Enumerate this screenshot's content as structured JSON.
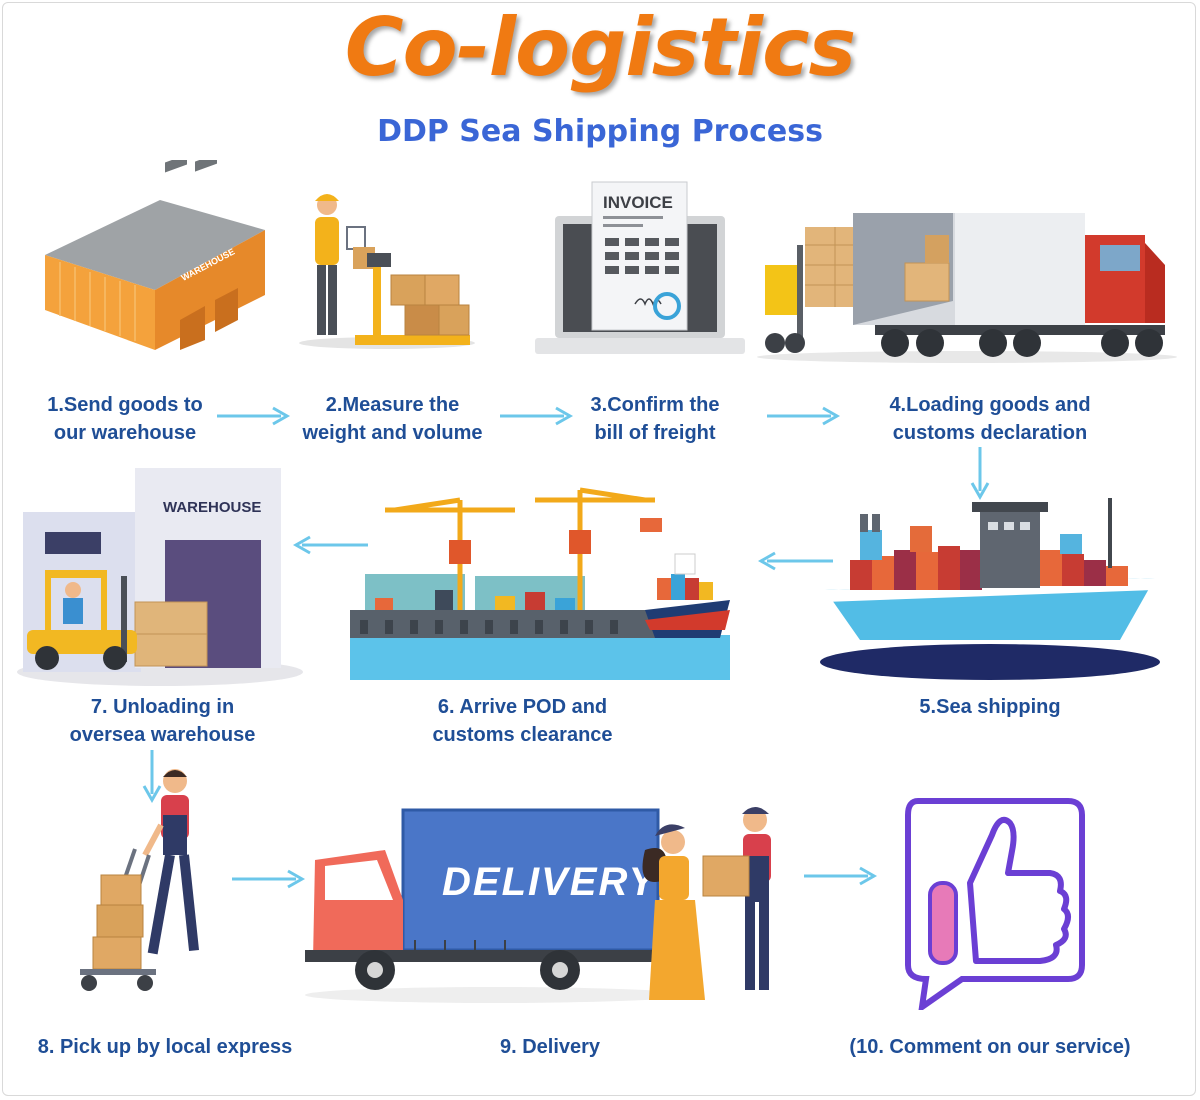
{
  "brand": "Co-logistics",
  "subtitle": "DDP Sea Shipping Process",
  "steps": [
    {
      "label": "1.Send goods to\nour warehouse"
    },
    {
      "label": "2.Measure the\nweight and volume"
    },
    {
      "label": "3.Confirm the\nbill of freight"
    },
    {
      "label": "4.Loading goods and\ncustoms declaration"
    },
    {
      "label": "5.Sea shipping"
    },
    {
      "label": "6. Arrive POD and\ncustoms clearance"
    },
    {
      "label": "7. Unloading in\noversea warehouse"
    },
    {
      "label": "8. Pick up by local express"
    },
    {
      "label": "9. Delivery"
    },
    {
      "label": "(10. Comment on our service)"
    }
  ],
  "signs": {
    "warehouse_side": "WAREHOUSE",
    "warehouse_big": "WAREHOUSE",
    "invoice": "INVOICE",
    "truck_delivery": "DELIVERY"
  },
  "colors": {
    "brand": "#f07a12",
    "subtitle": "#3a66d6",
    "label": "#1f4e96",
    "arrow": "#6cc7ea"
  }
}
